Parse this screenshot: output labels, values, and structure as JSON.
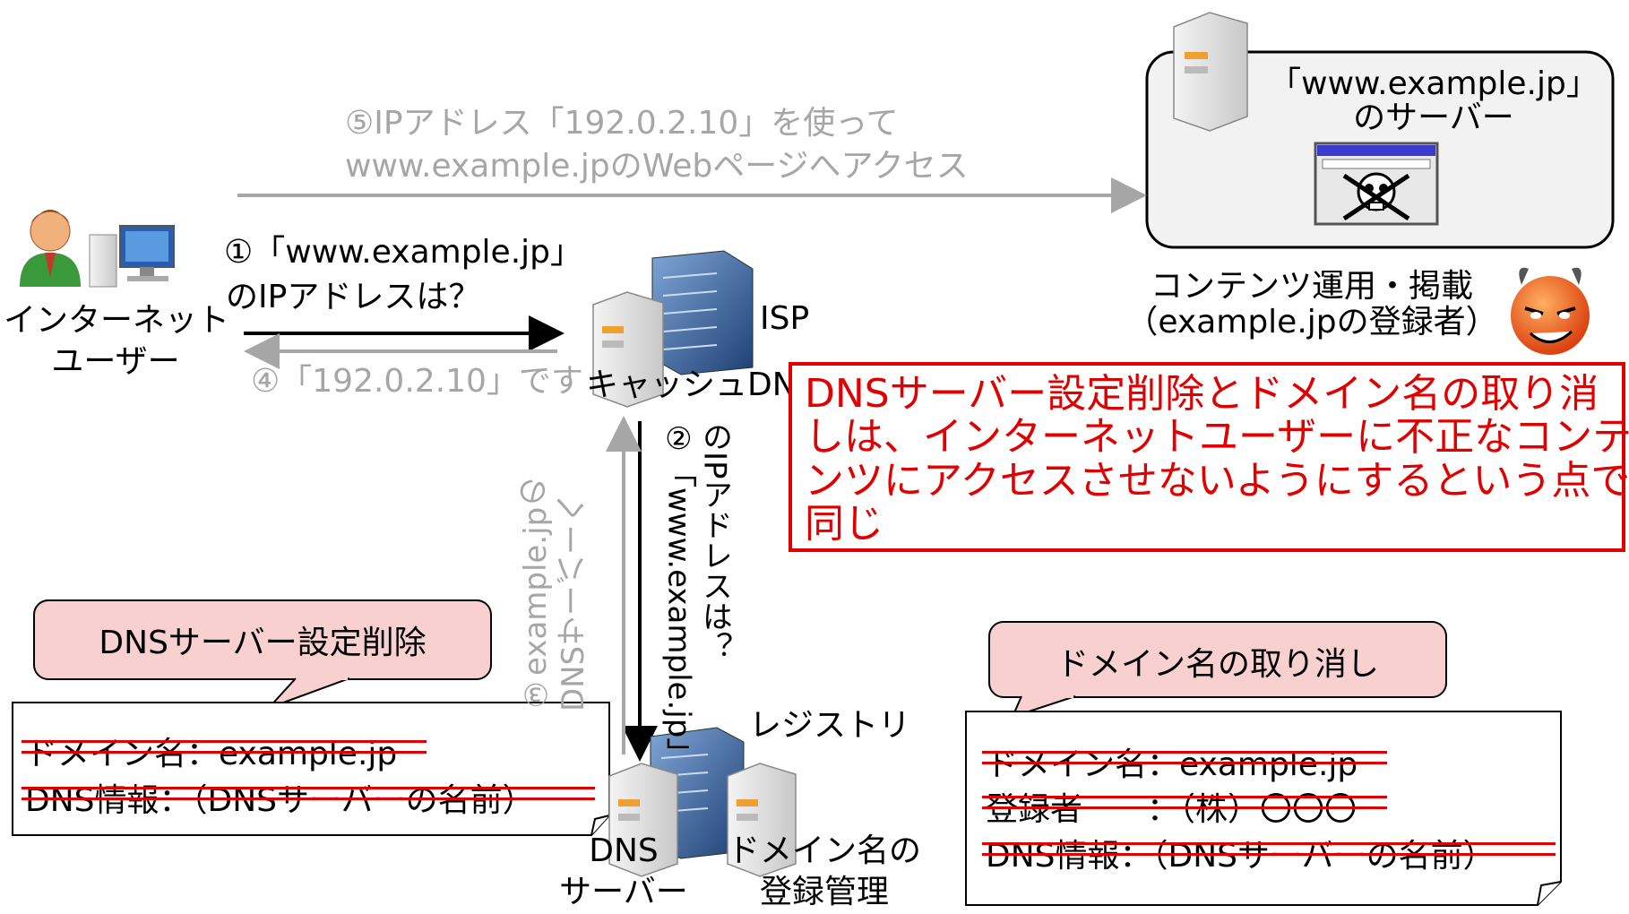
{
  "colors": {
    "accent_red": "#e00000",
    "gray_text": "#a6a6a6",
    "callout_fill": "#f9d0d0",
    "arrow_black": "#000000",
    "arrow_gray": "#a6a6a6"
  },
  "labels": {
    "user_line1": "インターネット",
    "user_line2": "ユーザー",
    "isp": "ISP",
    "cache_dns": "キャッシュDN",
    "server_box_line1": "「www.example.jp」",
    "server_box_line2": "のサーバー",
    "attacker_line1": "コンテンツ運用・掲載",
    "attacker_line2": "（example.jpの登録者）",
    "registry": "レジストリ",
    "dns_server_line1": "DNS",
    "dns_server_line2": "サーバー",
    "domain_reg_line1": "ドメイン名の",
    "domain_reg_line2": "登録管理"
  },
  "steps": {
    "step1_line1": "①「www.example.jp」",
    "step1_line2": "のIPアドレスは？",
    "step2_line1": "②「www.example.jp」",
    "step2_line2": "のIPアドレスは？",
    "step3_line1": "③example.jpの",
    "step3_line2": "DNSサーバーへ",
    "step4": "④「192.0.2.10」です",
    "step5_line1": "⑤IPアドレス「192.0.2.10」を使って",
    "step5_line2": "www.example.jpのWebページへアクセス"
  },
  "red_note": {
    "line1": "DNSサーバー設定削除とドメイン名の取り消",
    "line2": "しは、インターネットユーザーに不正なコンテ",
    "line3": "ンツにアクセスさせないようにするという点で",
    "line4": "同じ"
  },
  "callouts": {
    "left": "DNSサーバー設定削除",
    "right": "ドメイン名の取り消し"
  },
  "left_note": {
    "line1": "ドメイン名：example.jp",
    "line2": "DNS情報：（DNSサーバーの名前）"
  },
  "right_note": {
    "line1": "ドメイン名：example.jp",
    "line2": "登録者　　：（株）〇〇〇",
    "line3": "DNS情報：（DNSサーバーの名前）"
  }
}
